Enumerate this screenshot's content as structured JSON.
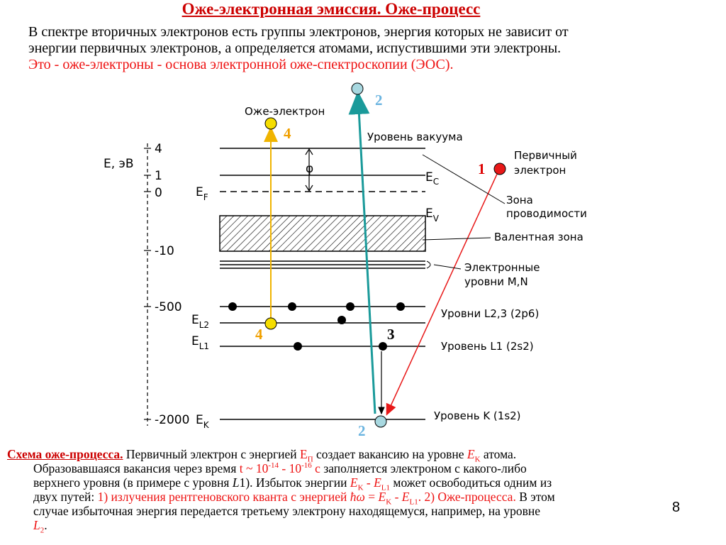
{
  "title": "Оже-электронная эмиссия. Оже-процесс",
  "intro": {
    "line1": "В спектре вторичных электронов есть группы электронов, энергия которых не зависит от",
    "line2": "энергии первичных электронов, а определяется атомами, испустившими эти электроны.",
    "line3": "Это - оже-электроны - основа электронной оже-спектроскопии (ЭОС)."
  },
  "diagram": {
    "axis_label": "E, эВ",
    "ticks": [
      "4",
      "1",
      "0",
      "-10",
      "-500",
      "-2000"
    ],
    "levels": {
      "ec": {
        "main": "E",
        "sub": "C"
      },
      "ef": {
        "main": "E",
        "sub": "F"
      },
      "ev": {
        "main": "E",
        "sub": "V"
      },
      "el2": {
        "main": "E",
        "sub": "L2"
      },
      "el1": {
        "main": "E",
        "sub": "L1"
      },
      "ek": {
        "main": "E",
        "sub": "K"
      }
    },
    "phi": "φ",
    "annotations": {
      "auger_electron": "Оже-электрон",
      "vacuum_level": "Уровень вакуума",
      "primary_line1": "Первичный",
      "primary_line2": "электрон",
      "conduction_line1": "Зона",
      "conduction_line2": "проводимости",
      "valence_band": "Валентная зона",
      "mn_line1": "Электронные",
      "mn_line2": "уровни M,N",
      "l23_levels": "Уровни L2,3 (2p6)",
      "l1_level": "Уровень L1 (2s2)",
      "k_level": "Уровень K (1s2)"
    },
    "numbers": {
      "n1": "1",
      "n2_top": "2",
      "n2_bottom": "2",
      "n3": "3",
      "n4_top": "4",
      "n4_bottom": "4"
    },
    "colors": {
      "primary_dot": "#e81818",
      "primary_line": "#e81818",
      "auger_dot": "#f5dd00",
      "auger_line": "#f0b400",
      "teal_line": "#1a9a9a",
      "teal_dot": "#a8d8e0",
      "number_red": "#dd0000",
      "number_orange": "#f0a000",
      "number_blue": "#6ab4e0"
    }
  },
  "caption": {
    "title": "Схема оже-процесса.",
    "p1a": " Первичный электрон с энергией ",
    "ep": "E",
    "ep_sub": "П",
    "p1b": " создает вакансию на уровне ",
    "ek": "E",
    "ek_sub": "K",
    "p1c": " атома.",
    "p2a": "Образовавшаяся вакансия через время ",
    "tau": "t ~ 10",
    "tau_exp1": "-14",
    "tau_mid": " - 10",
    "tau_exp2": "-16",
    "tau_c": " с",
    "p2b": " заполняется электроном с какого-либо",
    "p3a": "верхнего уровня (в примере с уровня ",
    "l1": "L",
    "l1_num": "1",
    "p3b": "). Избыток энергии ",
    "ex": "E",
    "ex_sub": "K",
    "ex_mid": " - ",
    "ex2": "E",
    "ex2_sub": "L1",
    "p3c": " может освободиться одним из",
    "p4a": "двух путей: ",
    "p4red": "1) излучения рентгеновского кванта с энергией ",
    "hw": "ħω",
    "hw_eq": " = ",
    "hw_e": "E",
    "hw_e_sub": "K",
    "hw_mid": " - ",
    "hw_e2": "E",
    "hw_e2_sub": "L1",
    "p4red2": ". 2) Оже-процесса.",
    "p4b": " В этом",
    "p5": "случае избыточная энергия передается третьему электрону находящемуся, например, на уровне",
    "l2": "L",
    "l2_sub": "2",
    "p6end": "."
  },
  "page_number": "8"
}
